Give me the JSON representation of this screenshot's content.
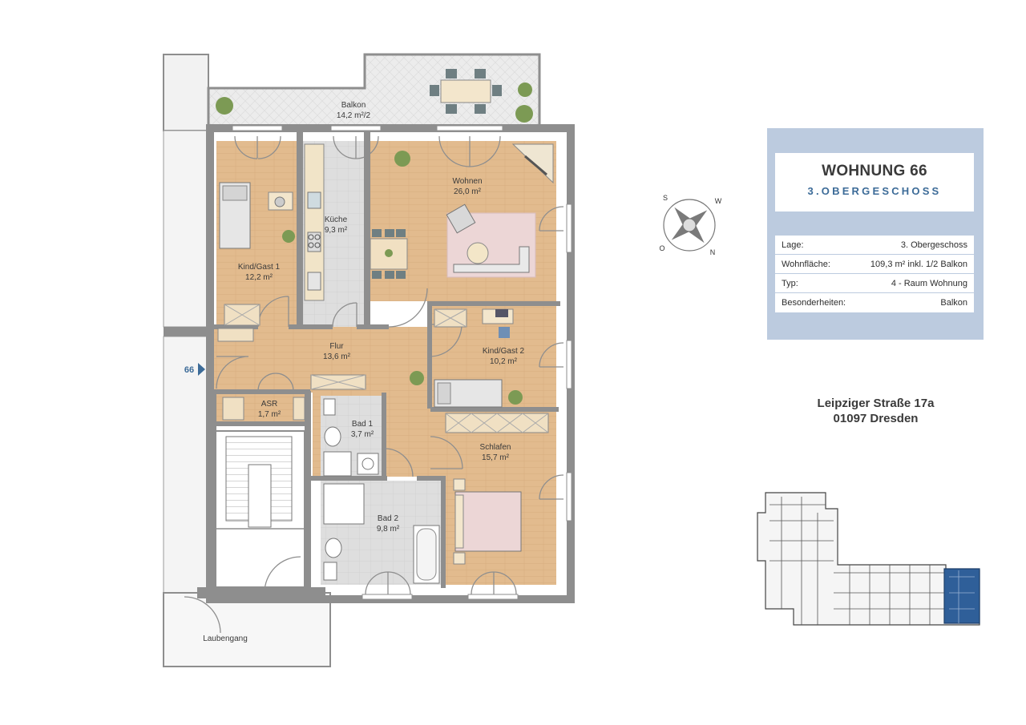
{
  "rooms": {
    "balkon": {
      "name": "Balkon",
      "area": "14,2 m²/2"
    },
    "wohnen": {
      "name": "Wohnen",
      "area": "26,0 m²"
    },
    "kueche": {
      "name": "Küche",
      "area": "9,3 m²"
    },
    "kind1": {
      "name": "Kind/Gast 1",
      "area": "12,2 m²"
    },
    "flur": {
      "name": "Flur",
      "area": "13,6 m²"
    },
    "kind2": {
      "name": "Kind/Gast 2",
      "area": "10,2 m²"
    },
    "asr": {
      "name": "ASR",
      "area": "1,7 m²"
    },
    "bad1": {
      "name": "Bad 1",
      "area": "3,7 m²"
    },
    "schlafen": {
      "name": "Schlafen",
      "area": "15,7 m²"
    },
    "bad2": {
      "name": "Bad 2",
      "area": "9,8 m²"
    },
    "laubengang": {
      "name": "Laubengang"
    }
  },
  "entrance_marker": "66",
  "compass": {
    "s": "S",
    "w": "W",
    "o": "O",
    "n": "N"
  },
  "apartment": {
    "title": "WOHNUNG 66",
    "floor": "3.OBERGESCHOSS",
    "details": [
      {
        "label": "Lage:",
        "value": "3. Obergeschoss"
      },
      {
        "label": "Wohnfläche:",
        "value": "109,3 m² inkl. 1/2 Balkon"
      },
      {
        "label": "Typ:",
        "value": "4 - Raum Wohnung"
      },
      {
        "label": "Besonderheiten:",
        "value": "Balkon"
      }
    ]
  },
  "address": {
    "street": "Leipziger Straße 17a",
    "city": "01097 Dresden"
  },
  "colors": {
    "wall": "#8e8e8e",
    "floor_wood": "#e0b98c",
    "floor_tile": "#dcdcdc",
    "balcony": "#e9e9e9",
    "card_bg": "#bccbdf",
    "accent": "#3c6b98",
    "highlight": "#2f5f99"
  }
}
